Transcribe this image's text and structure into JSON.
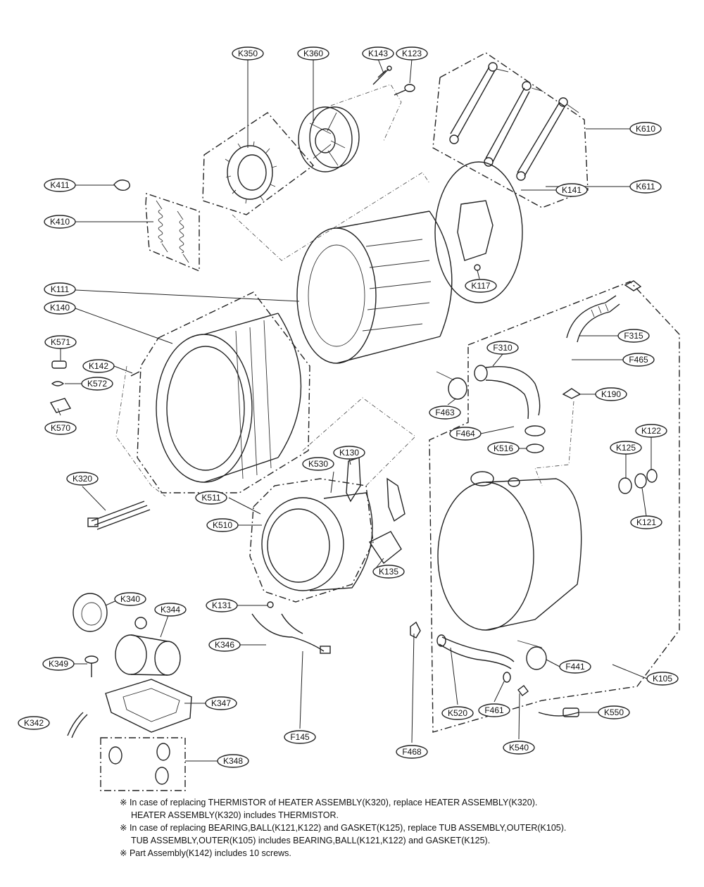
{
  "labels": {
    "K350": "K350",
    "K360": "K360",
    "K143": "K143",
    "K123": "K123",
    "K610": "K610",
    "K611": "K611",
    "K411": "K411",
    "K410": "K410",
    "K141": "K141",
    "K117": "K117",
    "K111": "K111",
    "K140": "K140",
    "K571": "K571",
    "K142": "K142",
    "K572": "K572",
    "K570": "K570",
    "F315": "F315",
    "F310": "F310",
    "F465": "F465",
    "K190": "K190",
    "F463": "F463",
    "F464": "F464",
    "K516": "K516",
    "K122": "K122",
    "K125": "K125",
    "K121": "K121",
    "K130": "K130",
    "K530": "K530",
    "K320": "K320",
    "K511": "K511",
    "K510": "K510",
    "K135": "K135",
    "K131": "K131",
    "K340": "K340",
    "K344": "K344",
    "K346": "K346",
    "K349": "K349",
    "K347": "K347",
    "K342": "K342",
    "K348": "K348",
    "F145": "F145",
    "F468": "F468",
    "K520": "K520",
    "F461": "F461",
    "K540": "K540",
    "F441": "F441",
    "K105": "K105",
    "K550": "K550"
  },
  "notes": [
    "※ In case of replacing THERMISTOR of HEATER ASSEMBLY(K320), replace HEATER ASSEMBLY(K320).",
    "HEATER ASSEMBLY(K320) includes THERMISTOR.",
    "※ In case of replacing BEARING,BALL(K121,K122) and GASKET(K125), replace TUB ASSEMBLY,OUTER(K105).",
    "TUB ASSEMBLY,OUTER(K105) includes BEARING,BALL(K121,K122) and GASKET(K125).",
    "※ Part Assembly(K142) includes 10 screws."
  ]
}
